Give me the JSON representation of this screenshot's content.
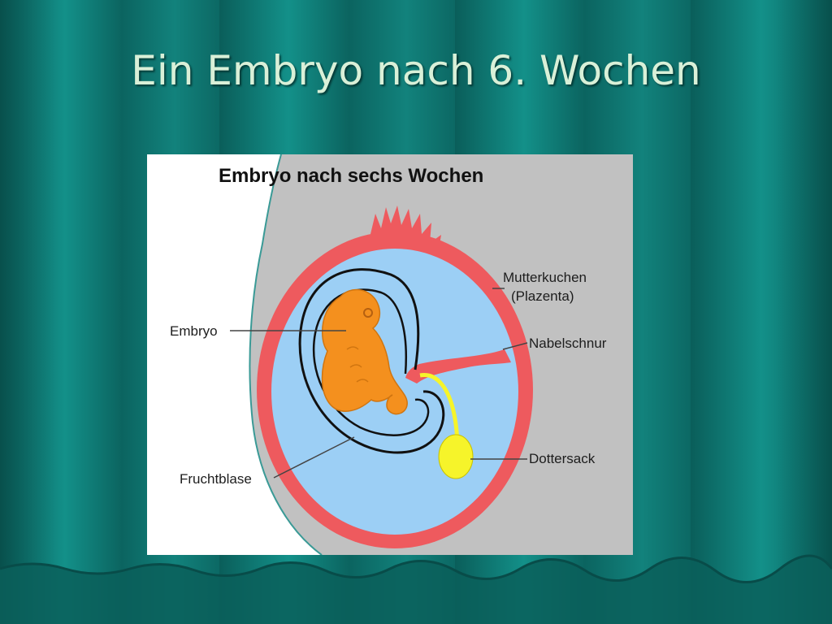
{
  "slide": {
    "title": "Ein Embryo nach 6. Wochen"
  },
  "diagram": {
    "title": "Embryo nach sechs Wochen",
    "labels": {
      "placenta_line1": "Mutterkuchen",
      "placenta_line2": "(Plazenta)",
      "umbilical": "Nabelschnur",
      "embryo": "Embryo",
      "yolk_sac": "Dottersack",
      "amniotic_sac": "Fruchtblase"
    }
  },
  "colors": {
    "background": "#0d6e6a",
    "title_text": "#d9f0d8",
    "placenta": "#ef5a5f",
    "amniotic_fluid": "#9ccff5",
    "embryo": "#f4901e",
    "yolk_sac": "#f6f42a",
    "uterus_wall": "#c0c0c0"
  }
}
